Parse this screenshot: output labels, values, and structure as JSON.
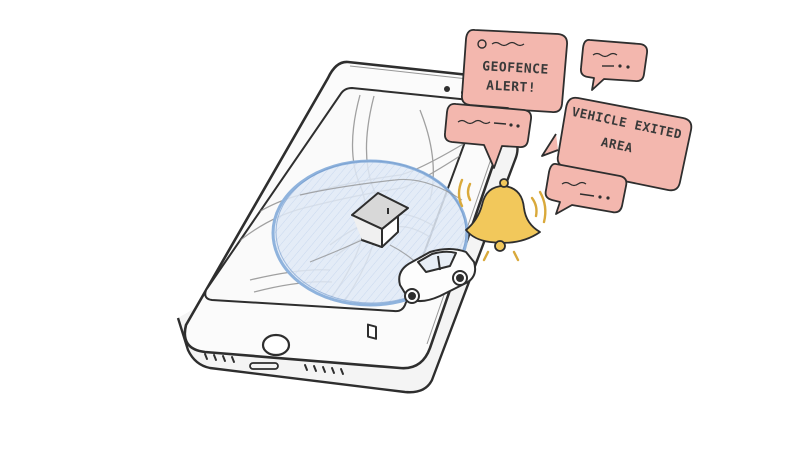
{
  "illustration": {
    "alerts": {
      "geofence_line1": "GEOFENCE",
      "geofence_line2": "ALERT!",
      "vehicle_line1": "VEHICLE EXITED",
      "vehicle_line2": "AREA"
    },
    "icons": [
      "phone",
      "map",
      "geofence-circle",
      "house-icon",
      "car-icon",
      "bell-icon",
      "chat-bubble-icon"
    ],
    "colors": {
      "bubble_fill": "#f3b7ae",
      "geofence_stroke": "#8fb3dd",
      "geofence_fill": "#dfe9f6",
      "bell": "#f2c85b",
      "outline": "#2e2e2e"
    }
  }
}
